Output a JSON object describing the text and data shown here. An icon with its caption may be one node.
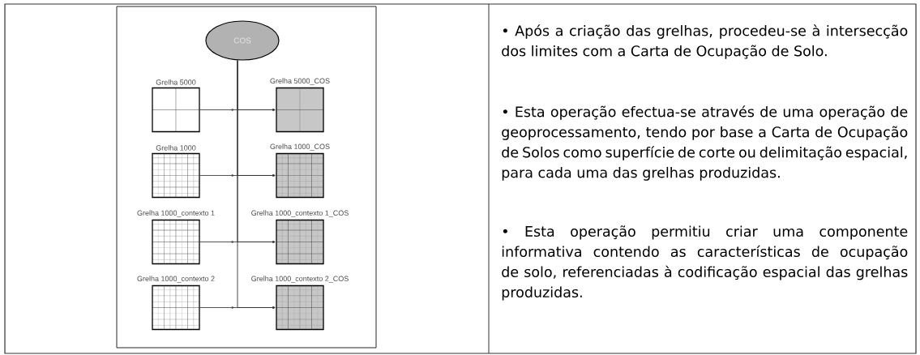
{
  "diagram": {
    "nodes": [
      {
        "text": [
          "COS"
        ]
      },
      {
        "text": [
          "Grelha 5000"
        ]
      },
      {
        "text": [
          "Grelha 5000_COS"
        ]
      },
      {
        "text": [
          "Grelha 1000"
        ]
      },
      {
        "text": [
          "Grelha 1000_COS"
        ]
      },
      {
        "text": [
          "Grelha 1000_contexto 1"
        ]
      },
      {
        "text": [
          "Grelha 1000_contexto 1_COS"
        ]
      },
      {
        "text": [
          "Grelha 1000_contexto 2"
        ]
      },
      {
        "text": [
          "Grelha 1000_contexto 2_COS"
        ]
      }
    ],
    "edges": [
      {
        "from": 1,
        "to": 2,
        "arrow": "to"
      },
      {
        "from": 3,
        "to": 4,
        "arrow": "to"
      },
      {
        "from": 5,
        "to": 6,
        "arrow": "to"
      },
      {
        "from": 7,
        "to": 8,
        "arrow": "to"
      },
      {
        "from": 0,
        "to": 2,
        "arrow": "to"
      },
      {
        "from": 0,
        "to": 4,
        "arrow": "to"
      },
      {
        "from": 0,
        "to": 6,
        "arrow": "to"
      },
      {
        "from": 0,
        "to": 8,
        "arrow": "to"
      }
    ],
    "labels": [
      "• Após a criação das grelhas, procedeu-se à intersecção dos limites com a Carta de Ocupação de Solo.",
      "• Esta operação efectua-se através de uma operação de geoprocessamento, tendo por base a Carta de Ocupação de Solos como superfície de corte ou delimitação espacial, para cada uma das grelhas produzidas.",
      "• Esta operação permitiu criar uma componente informativa contendo as características de ocupação de solo, referenciadas à codificação espacial das grelhas produzidas."
    ]
  }
}
